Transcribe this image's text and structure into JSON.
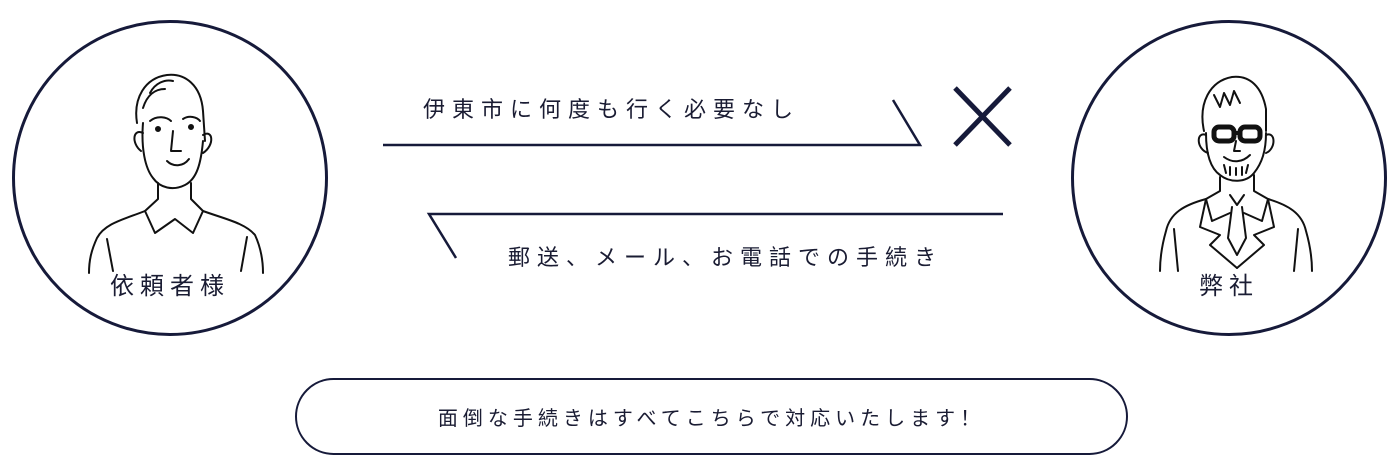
{
  "left_party": {
    "label": "依頼者様",
    "icon": "elderly-man-illustration"
  },
  "right_party": {
    "label": "弊社",
    "icon": "businessman-with-glasses-illustration"
  },
  "top_message": {
    "text": "伊東市に何度も行く必要なし",
    "direction": "left-to-right",
    "mark": "×",
    "mark_icon": "cross-icon"
  },
  "bottom_message": {
    "text": "郵送、メール、お電話での手続き",
    "direction": "right-to-left"
  },
  "banner": {
    "text": "面倒な手続きはすべてこちらで対応いたします！"
  },
  "colors": {
    "line": "#161a3a",
    "text": "#1a1c33",
    "background": "#ffffff"
  }
}
